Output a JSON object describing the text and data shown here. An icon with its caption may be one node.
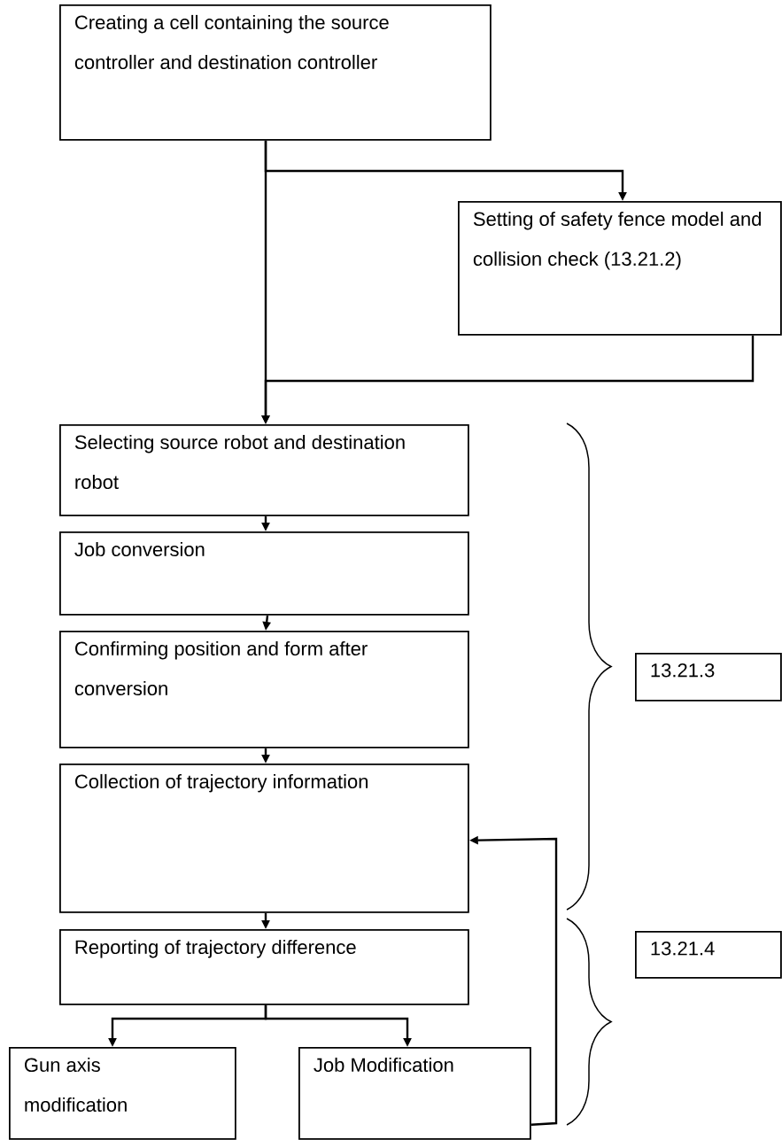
{
  "diagram": {
    "nodes": [
      {
        "text": [
          "Creating a cell containing the source controller and destination controller"
        ]
      },
      {
        "text": [
          "Setting of safety fence model and collision check (13.21.2)"
        ]
      },
      {
        "text": [
          "Selecting source robot and destination robot"
        ]
      },
      {
        "text": [
          "Job conversion"
        ]
      },
      {
        "text": [
          "Confirming position and form after conversion"
        ]
      },
      {
        "text": [
          "Collection of trajectory information"
        ]
      },
      {
        "text": [
          "Reporting of trajectory difference"
        ]
      },
      {
        "text": [
          "Gun axis modification"
        ]
      },
      {
        "text": [
          "Job Modification"
        ]
      },
      {
        "text": [
          "13.21.3"
        ]
      },
      {
        "text": [
          "13.21.4"
        ]
      }
    ],
    "edges": [
      {
        "from": 0,
        "to": 1,
        "arrow": "to"
      },
      {
        "from": 0,
        "to": 2,
        "arrow": "to"
      },
      {
        "from": 1,
        "to": 2,
        "arrow": "to"
      },
      {
        "from": 2,
        "to": 3,
        "arrow": "to"
      },
      {
        "from": 3,
        "to": 4,
        "arrow": "to"
      },
      {
        "from": 4,
        "to": 5,
        "arrow": "to"
      },
      {
        "from": 5,
        "to": 6,
        "arrow": "to"
      },
      {
        "from": 6,
        "to": 7,
        "arrow": "to"
      },
      {
        "from": 6,
        "to": 8,
        "arrow": "to"
      },
      {
        "from": 8,
        "to": 5,
        "arrow": "to"
      }
    ]
  }
}
